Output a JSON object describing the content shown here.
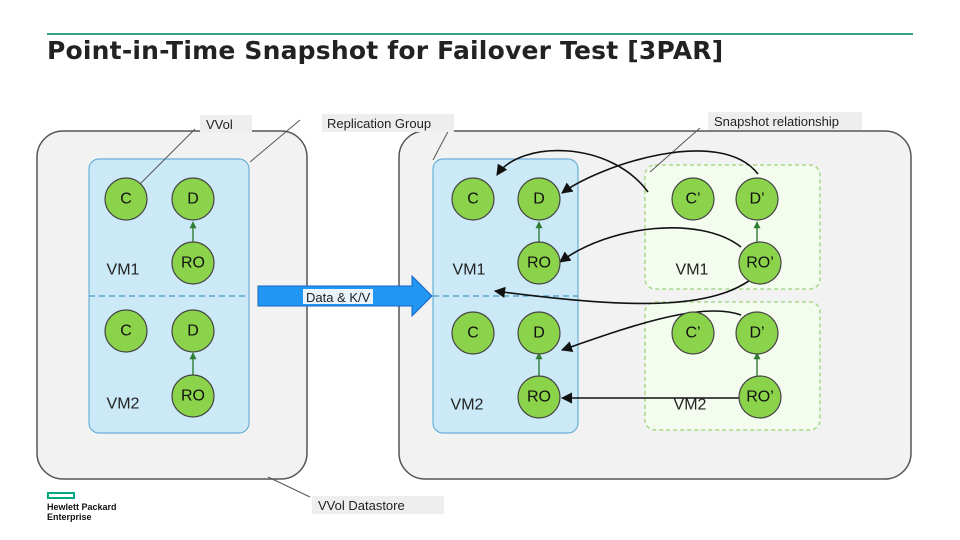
{
  "title": "Point-in-Time Snapshot for Failover Test [3PAR]",
  "callouts": {
    "vvol": "VVol",
    "replication_group": "Replication Group",
    "snapshot_relationship": "Snapshot relationship",
    "vvol_datastore": "VVol Datastore",
    "data_kv": "Data & K/V"
  },
  "source": {
    "vm1": {
      "config": "C",
      "data": "D",
      "vm": "VM1",
      "ro": "RO"
    },
    "vm2": {
      "config": "C",
      "data": "D",
      "vm": "VM2",
      "ro": "RO"
    }
  },
  "target": {
    "vm1": {
      "config": "C",
      "data": "D",
      "vm": "VM1",
      "ro": "RO"
    },
    "vm2": {
      "config": "C",
      "data": "D",
      "vm": "VM2",
      "ro": "RO"
    }
  },
  "snapshot": {
    "vm1": {
      "config": "C’",
      "data": "D’",
      "vm": "VM1",
      "ro": "RO’"
    },
    "vm2": {
      "config": "C’",
      "data": "D’",
      "vm": "VM2",
      "ro": "RO’"
    }
  },
  "logo": {
    "line1": "Hewlett Packard",
    "line2": "Enterprise"
  },
  "colors": {
    "node_fill": "#8bd34b",
    "node_stroke": "#444444",
    "blue_panel": "#cbe9f7",
    "blue_panel_stroke": "#6ab0d8",
    "container_fill": "#f2f2f2",
    "container_stroke": "#555555",
    "snapshot_panel_stroke": "#a6d98a",
    "snapshot_panel_fill": "#f4fbef",
    "arrow_blue": "#2196f3",
    "accent": "#2ea38a"
  }
}
